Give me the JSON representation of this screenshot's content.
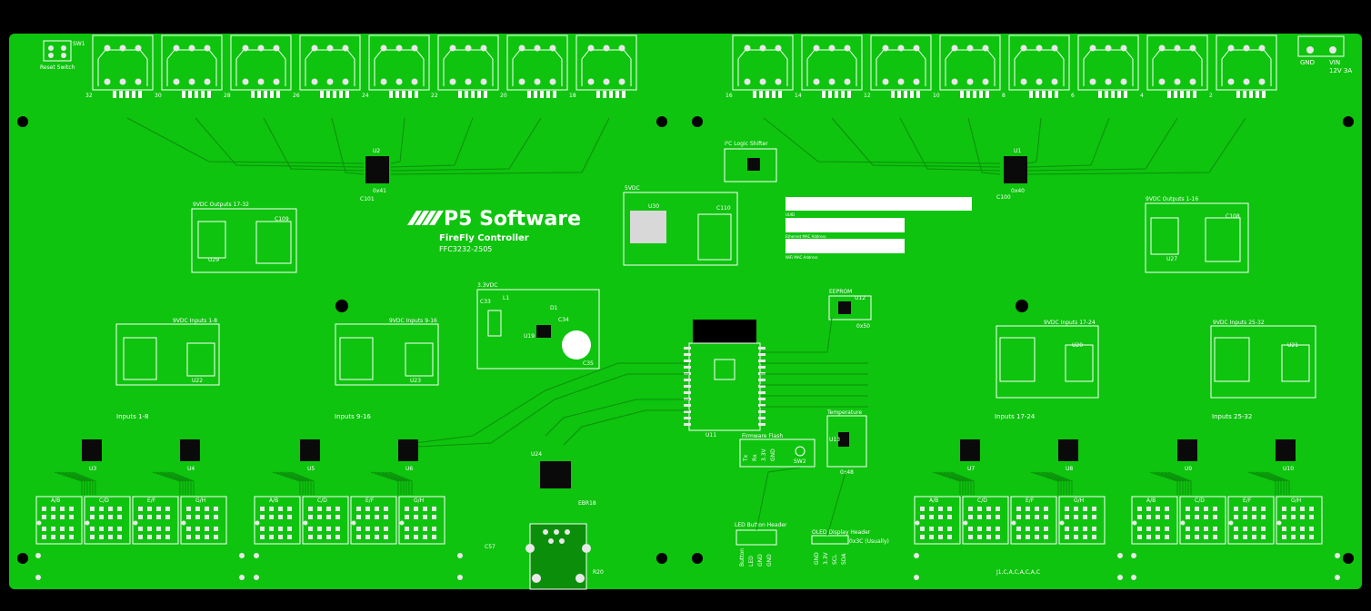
{
  "brand": {
    "logo_text": "P5 Software",
    "subtitle": "FireFly Controller",
    "part_number": "FFC3232-2505"
  },
  "labels": {
    "reset_switch": "Reset Switch",
    "sw1": "SW1",
    "gnd": "GND",
    "vin": "VIN",
    "power_spec": "12V 3A",
    "i2c_shifter": "I²C Logic Shifter",
    "sec_out_17_32": "9VDC Outputs 17-32",
    "sec_out_1_16": "9VDC Outputs 1-16",
    "sec_5vdc": "5VDC",
    "sec_33vdc": "3.3VDC",
    "eeprom": "EEPROM",
    "in_1_8": "9VDC Inputs 1-8",
    "in_9_16": "9VDC Inputs 9-16",
    "in_17_24": "9VDC Inputs 17-24",
    "in_25_32": "9VDC Inputs 25-32",
    "inputs_1_8": "Inputs 1-8",
    "inputs_9_16": "Inputs 9-16",
    "inputs_17_24": "Inputs 17-24",
    "inputs_25_32": "Inputs 25-32",
    "temperature": "Temperature",
    "firmware_flash": "Firmware Flash",
    "led_button_header": "LED Button Header",
    "oled_header": "OLED Display Header",
    "oled_addr": "0x3C (Usually)",
    "uuid": "UUID",
    "eth_mac": "Ethernet MAC Address",
    "wifi_mac": "WiFi MAC Address",
    "u1": "U1",
    "u2": "U2",
    "u11": "U11",
    "u30": "U30",
    "u29": "U29",
    "u27": "U27",
    "u19": "U19",
    "u12": "U12",
    "u13": "U13",
    "u24": "U24",
    "u22": "U22",
    "u23": "U23",
    "u20": "U20",
    "u21": "U21",
    "u3": "U3",
    "u4": "U4",
    "u5": "U5",
    "u6": "U6",
    "u7": "U7",
    "u8": "U8",
    "u9": "U9",
    "u10": "U10",
    "sw2": "SW2",
    "x40": "0x40",
    "x41": "0x41",
    "x50": "0x50",
    "x48": "0x48",
    "c100": "C100",
    "c101": "C101",
    "c110": "C110",
    "c109": "C109",
    "c108": "C108",
    "c35": "C35",
    "c34": "C34",
    "c33": "C33",
    "d1": "D1",
    "l1": "L1",
    "c57": "C57",
    "r20": "R20",
    "ebr18": "EBR18",
    "footer_code": "J1,C,A,C,A,C,A,C"
  },
  "output_numbers_left": [
    "32",
    "30",
    "28",
    "26",
    "24",
    "22",
    "20",
    "18"
  ],
  "output_numbers_right": [
    "16",
    "14",
    "12",
    "10",
    "8",
    "6",
    "4",
    "2"
  ],
  "jack_labels": [
    "A/B",
    "C/D",
    "E/F",
    "G/H"
  ],
  "led_pins": [
    "Button",
    "LED",
    "GND",
    "GND"
  ],
  "oled_pins": [
    "GND",
    "3.3V",
    "SCL",
    "SDA"
  ],
  "flash_pins": [
    "Tx",
    "Rx",
    "3.3V",
    "GND"
  ],
  "colors": {
    "board": "#0ec40e",
    "silkscreen": "#ffffff",
    "background": "#000000",
    "trace": "#0b8f0b"
  }
}
